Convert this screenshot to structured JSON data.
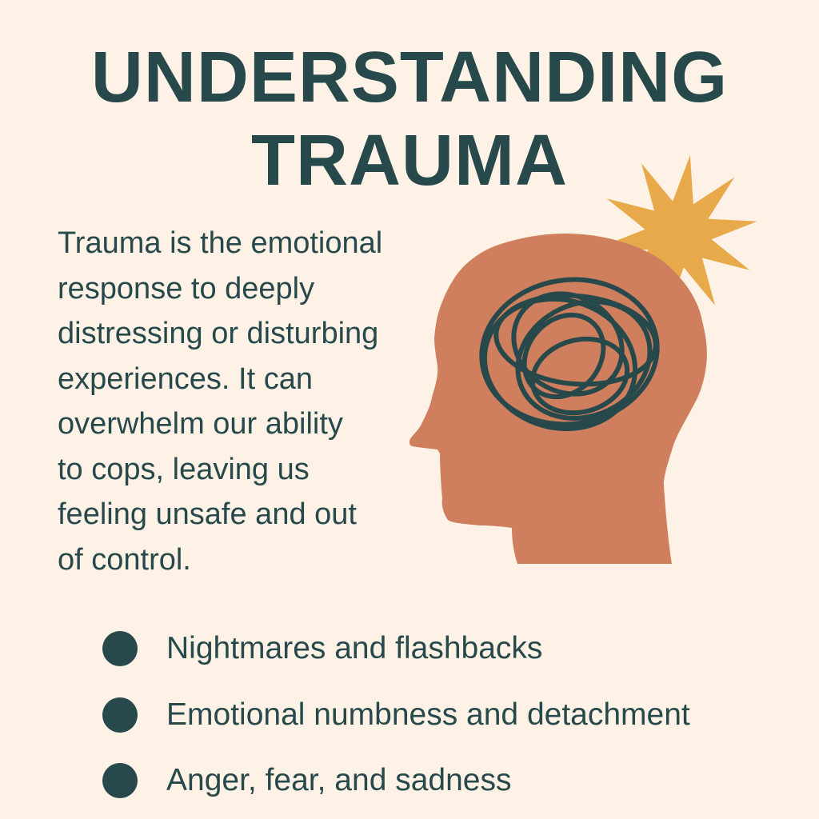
{
  "title": {
    "line1": "UNDERSTANDING",
    "line2": "TRAUMA"
  },
  "description": {
    "lines": [
      "Trauma is the emotional",
      "response to deeply",
      "distressing or disturbing",
      "experiences. It can",
      "overwhelm our ability",
      "to cops, leaving us",
      "feeling unsafe and out",
      "of control."
    ]
  },
  "bullets": [
    "Nightmares and flashbacks",
    "Emotional numbness and detachment",
    "Anger, fear, and sadness"
  ],
  "illustration": {
    "icons": [
      "head-silhouette-icon",
      "scribble-icon",
      "burst-icon"
    ]
  },
  "colors": {
    "background": "#fdf2e5",
    "text": "#27494b",
    "head": "#cf7f5e",
    "burst": "#e8a94a"
  }
}
